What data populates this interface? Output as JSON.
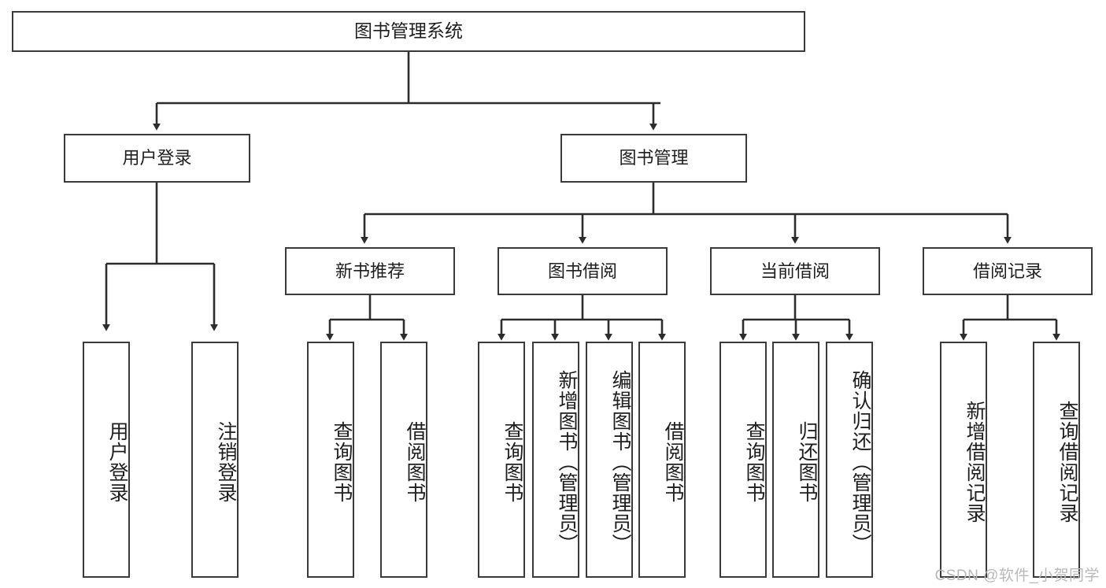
{
  "diagram": {
    "title": "图书管理系统",
    "type": "tree",
    "watermark": "CSDN @软件_小贺同学",
    "nodes": {
      "root": {
        "label": "图书管理系统"
      },
      "level2": [
        {
          "id": "user-login",
          "label": "用户登录"
        },
        {
          "id": "book-manage",
          "label": "图书管理"
        }
      ],
      "level3": [
        {
          "id": "new-book-recommend",
          "label": "新书推荐"
        },
        {
          "id": "book-borrow",
          "label": "图书借阅"
        },
        {
          "id": "current-borrow",
          "label": "当前借阅"
        },
        {
          "id": "borrow-record",
          "label": "借阅记录"
        }
      ],
      "leaves": [
        {
          "id": "leaf-user-login",
          "label": "用户登录",
          "parent": "user-login"
        },
        {
          "id": "leaf-logout-login",
          "label": "注销登录",
          "parent": "user-login"
        },
        {
          "id": "leaf-query-book-1",
          "label": "查询图书",
          "parent": "new-book-recommend"
        },
        {
          "id": "leaf-borrow-book-1",
          "label": "借阅图书",
          "parent": "new-book-recommend"
        },
        {
          "id": "leaf-query-book-2",
          "label": "查询图书",
          "parent": "book-borrow"
        },
        {
          "id": "leaf-add-book",
          "label": "新增图书（管理员）",
          "parent": "book-borrow"
        },
        {
          "id": "leaf-edit-book",
          "label": "编辑图书（管理员）",
          "parent": "book-borrow"
        },
        {
          "id": "leaf-borrow-book-2",
          "label": "借阅图书",
          "parent": "book-borrow"
        },
        {
          "id": "leaf-query-book-3",
          "label": "查询图书",
          "parent": "current-borrow"
        },
        {
          "id": "leaf-return-book",
          "label": "归还图书",
          "parent": "current-borrow"
        },
        {
          "id": "leaf-confirm-return",
          "label": "确认归还（管理员）",
          "parent": "current-borrow"
        },
        {
          "id": "leaf-add-record",
          "label": "新增借阅记录",
          "parent": "borrow-record"
        },
        {
          "id": "leaf-query-record",
          "label": "查询借阅记录",
          "parent": "borrow-record"
        }
      ]
    },
    "colors": {
      "border": "#3a3a3a",
      "background": "#ffffff",
      "text": "#1e1e1e",
      "watermark": "#b9b9b9"
    }
  }
}
